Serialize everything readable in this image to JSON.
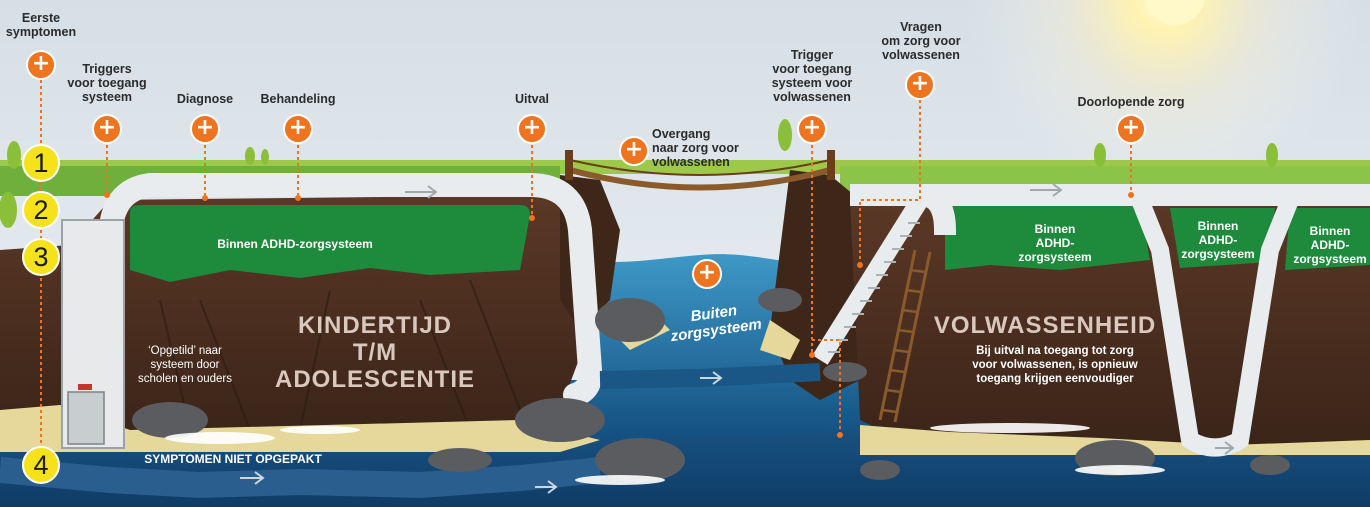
{
  "colors": {
    "accent": "#ee7420",
    "step_marker": "#f5e21a",
    "grass": "#1d8a3c",
    "rock": "#4a2e20",
    "water": "#1f6fa3",
    "path": "#e9ecee"
  },
  "steps": [
    "1",
    "2",
    "3",
    "4"
  ],
  "plus_icon": "+",
  "labels": {
    "eerste_symptomen": "Eerste\nsymptomen",
    "triggers_toegang": "Triggers\nvoor toegang\nsysteem",
    "diagnose": "Diagnose",
    "behandeling": "Behandeling",
    "uitval": "Uitval",
    "overgang": "Overgang\nnaar zorg voor\nvolwassenen",
    "trigger_volwassenen": "Trigger\nvoor toegang\nsysteem voor\nvolwassenen",
    "vragen_zorg": "Vragen\nom zorg voor\nvolwassenen",
    "doorlopende_zorg": "Doorlopende zorg"
  },
  "zones": {
    "binnen_adhd_1": "Binnen ADHD-zorgsysteem",
    "binnen_adhd_2": "Binnen\nADHD-\nzorgsysteem",
    "binnen_adhd_3": "Binnen\nADHD-\nzorgsysteem",
    "binnen_adhd_4": "Binnen\nADHD-\nzorgsysteem",
    "kindertijd": "KINDERTIJD\nT/M\nADOLESCENTIE",
    "volwassenheid": "VOLWASSENHEID",
    "buiten": "Buiten\nzorgsysteem",
    "opgetild": "‘Opgetild’ naar\nsysteem door\nscholen en ouders",
    "bij_uitval": "Bij uitval na toegang tot zorg\nvoor volwassenen, is opnieuw\ntoegang krijgen eenvoudiger",
    "symptomen_niet": "SYMPTOMEN NIET OPGEPAKT"
  }
}
